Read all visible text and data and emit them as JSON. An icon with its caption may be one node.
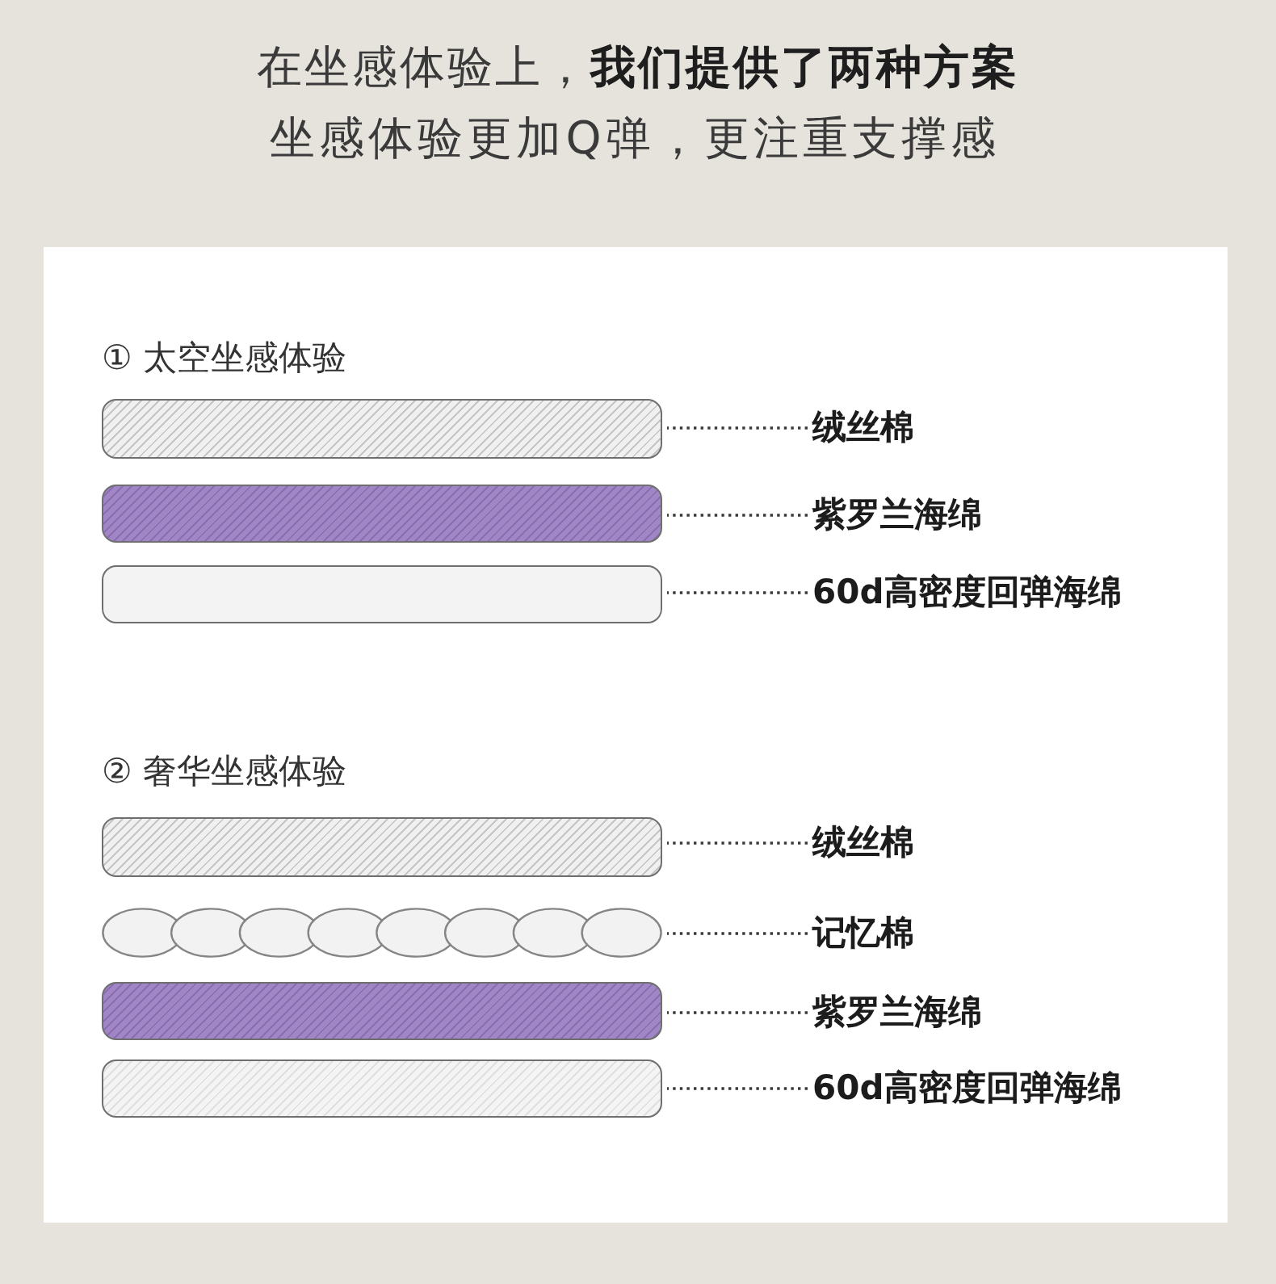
{
  "diagram": {
    "title": "在坐感体验上，**我们提供了两种方案**",
    "nodes": [
      {
        "text": [],
        "shape": "bar"
      },
      {
        "text": [
          "绒丝棉"
        ]
      },
      {
        "text": [],
        "shape": "bar"
      },
      {
        "text": [
          "紫罗兰海绵"
        ]
      },
      {
        "text": [],
        "shape": "bar"
      },
      {
        "text": [
          "60d高密度回弹海绵"
        ]
      },
      {
        "text": [],
        "shape": "bar"
      },
      {
        "text": [
          "绒丝棉"
        ]
      },
      {
        "text": [],
        "shape": "cloud"
      },
      {
        "text": [
          "记忆棉"
        ]
      },
      {
        "text": [],
        "shape": "bar"
      },
      {
        "text": [
          "紫罗兰海绵"
        ]
      },
      {
        "text": [],
        "shape": "bar"
      },
      {
        "text": [
          "60d高密度回弹海绵"
        ]
      }
    ],
    "edges": [
      {
        "from": 1,
        "to": 0,
        "arrow": "none",
        "style": "dashed"
      },
      {
        "from": 3,
        "to": 2,
        "arrow": "none",
        "style": "dashed"
      },
      {
        "from": 5,
        "to": 4,
        "arrow": "none",
        "style": "dashed"
      },
      {
        "from": 7,
        "to": 6,
        "arrow": "none",
        "style": "dashed"
      },
      {
        "from": 9,
        "to": 8,
        "arrow": "none",
        "style": "dashed"
      },
      {
        "from": 11,
        "to": 10,
        "arrow": "none",
        "style": "dashed"
      },
      {
        "from": 13,
        "to": 12,
        "arrow": "none",
        "style": "dashed"
      }
    ],
    "labels": [
      "坐感体验更加Q弹，更注重支撑感",
      "① 太空坐感体验",
      "② 奢华坐感体验"
    ]
  }
}
